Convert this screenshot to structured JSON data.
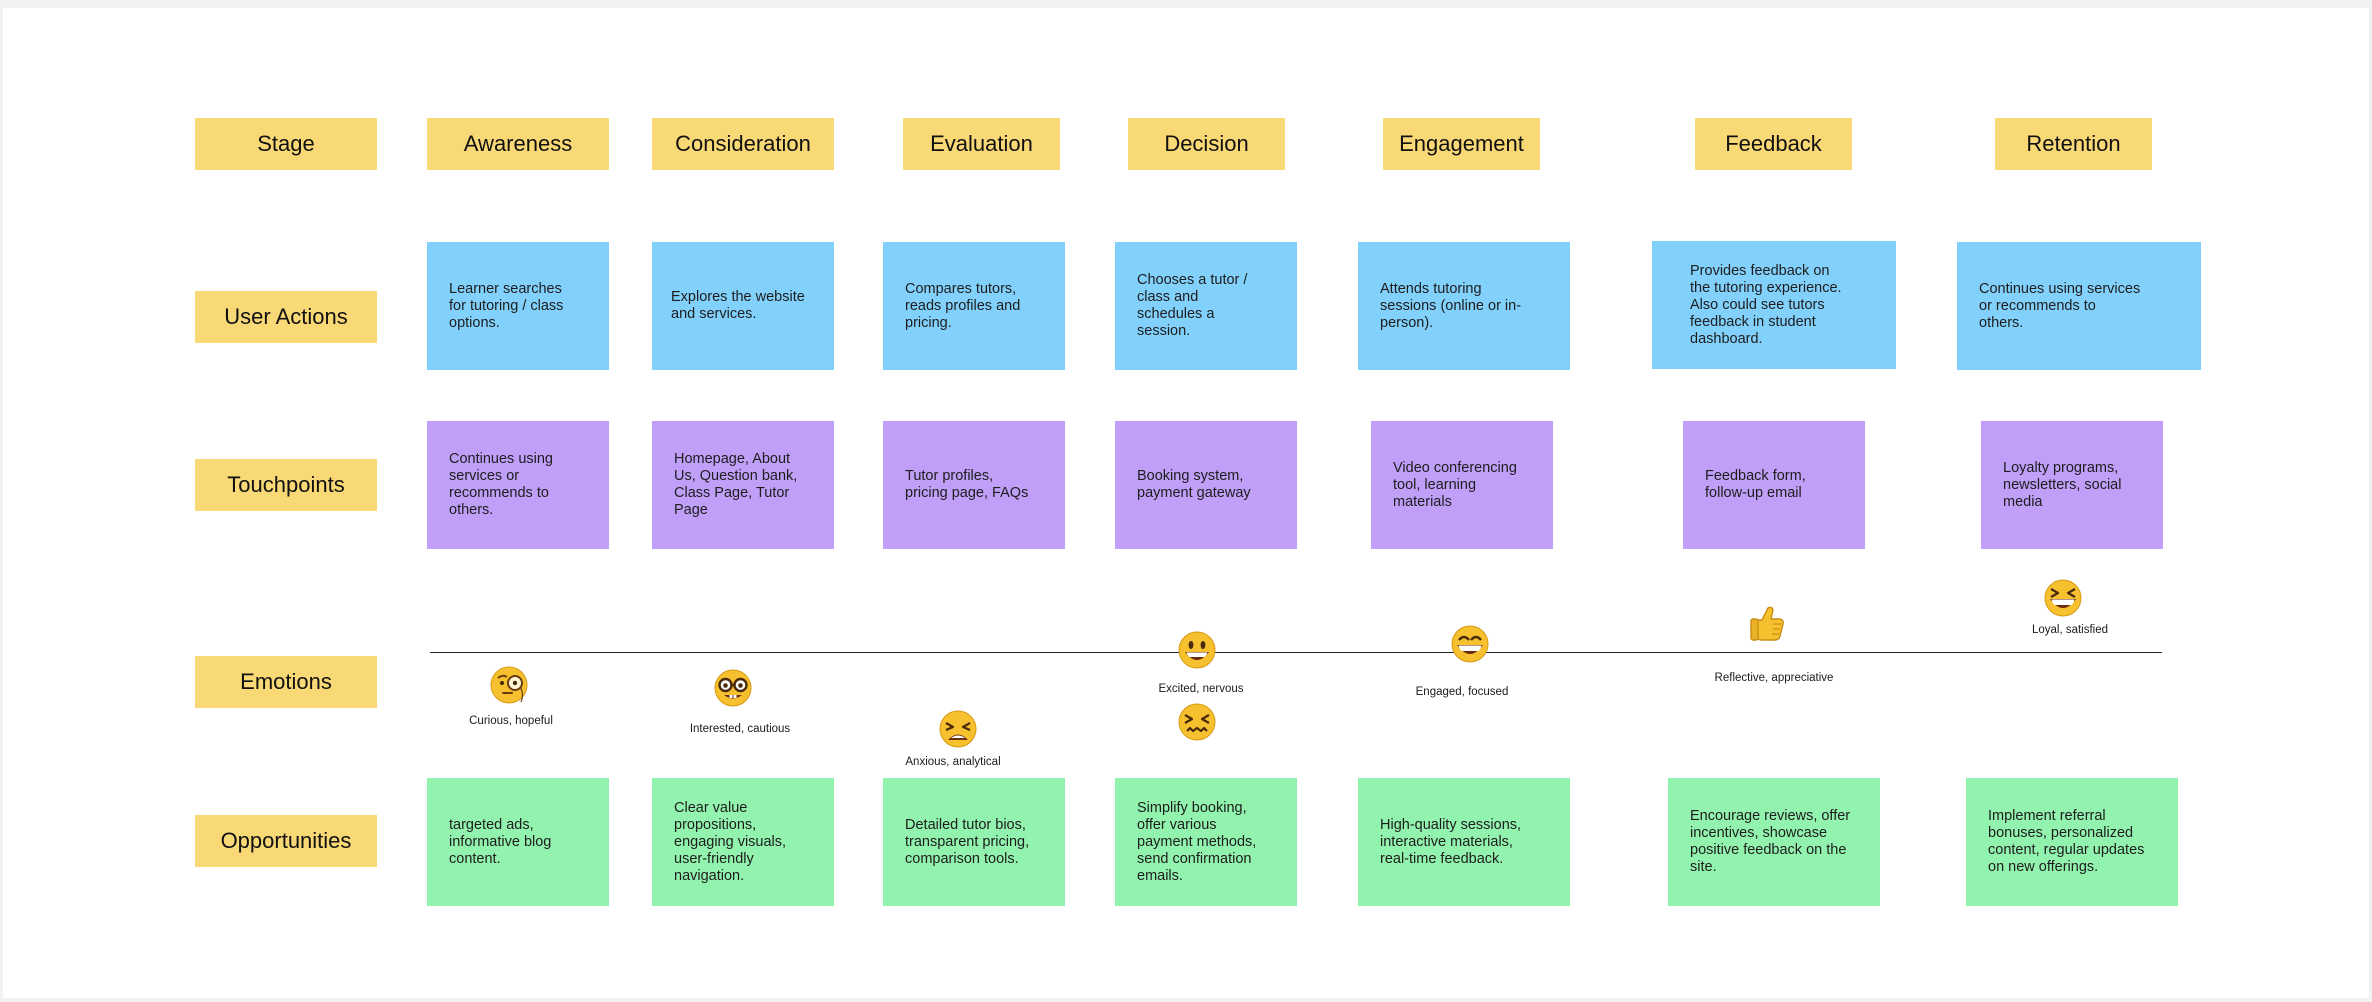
{
  "stages": {
    "row_label": "Stage",
    "items": [
      "Awareness",
      "Consideration",
      "Evaluation",
      "Decision",
      "Engagement",
      "Feedback",
      "Retention"
    ]
  },
  "rows": {
    "user_actions": "User Actions",
    "touchpoints": "Touchpoints",
    "emotions": "Emotions",
    "opportunities": "Opportunities"
  },
  "user_actions": [
    "Learner searches\nfor tutoring / class\noptions.",
    "Explores the website\nand services.",
    "Compares tutors,\nreads profiles and\npricing.",
    "Chooses a tutor /\nclass and\nschedules a\nsession.",
    "Attends tutoring\nsessions (online or in-\nperson).",
    "Provides feedback on\nthe tutoring experience.\nAlso could see tutors\nfeedback in student\ndashboard.",
    "Continues using services\nor recommends to\nothers."
  ],
  "touchpoints": [
    "Continues using\nservices or\nrecommends to\nothers.",
    "Homepage, About\nUs, Question bank,\nClass Page, Tutor\nPage",
    "Tutor profiles,\npricing page, FAQs",
    "Booking system,\npayment gateway",
    "Video conferencing\ntool, learning\nmaterials",
    "Feedback form,\nfollow-up email",
    "Loyalty programs,\nnewsletters, social\nmedia"
  ],
  "emotions": [
    {
      "label": "Curious, hopeful",
      "icon": "monocle-face-icon"
    },
    {
      "label": "Interested, cautious",
      "icon": "nerd-face-icon"
    },
    {
      "label": "Anxious, analytical",
      "icon": "tired-face-icon"
    },
    {
      "label": "Excited, nervous",
      "icon": "grinning-face-icon",
      "icon2": "confounded-face-icon"
    },
    {
      "label": "Engaged, focused",
      "icon": "beaming-face-icon"
    },
    {
      "label": "Reflective, appreciative",
      "icon": "thumbs-up-icon"
    },
    {
      "label": "Loyal, satisfied",
      "icon": "squinting-laugh-face-icon"
    }
  ],
  "opportunities": [
    "targeted ads,\ninformative blog\ncontent.",
    "Clear value\npropositions,\nengaging visuals,\nuser-friendly\nnavigation.",
    "Detailed tutor bios,\ntransparent pricing,\ncomparison tools.",
    "Simplify booking,\noffer various\npayment methods,\nsend confirmation\nemails.",
    "High-quality sessions,\ninteractive materials,\nreal-time feedback.",
    "Encourage reviews, offer\nincentives, showcase\npositive feedback on the\nsite.",
    "Implement referral\nbonuses, personalized\ncontent, regular updates\non new offerings."
  ],
  "colors": {
    "label": "#f9d876",
    "user_actions": "#82d1fc",
    "touchpoints": "#c09ff8",
    "opportunities": "#92f3ae",
    "emoji_yellow": "#f7c02e"
  }
}
